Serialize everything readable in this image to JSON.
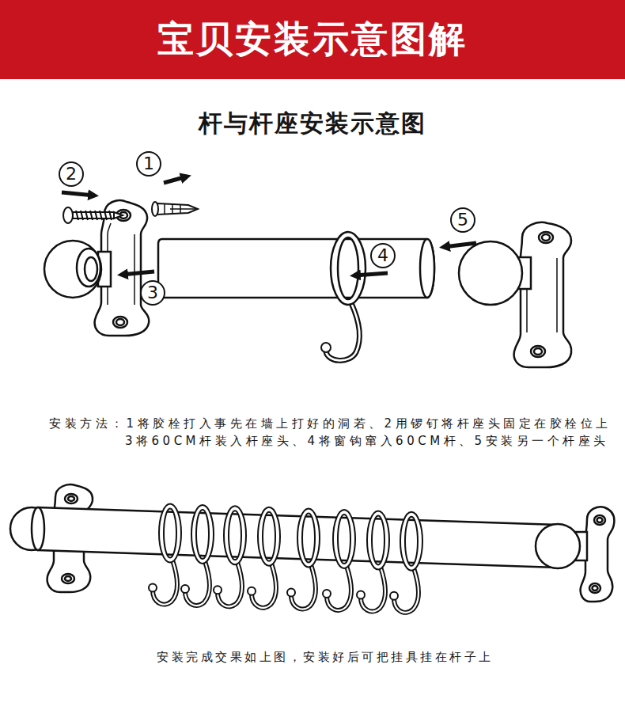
{
  "diagram": {
    "title": "宝贝安装示意图解",
    "caption": "安装完成交果如上图，安装好后可把挂具挂在杆子上",
    "nodes": [
      {
        "text": [
          "1"
        ]
      },
      {
        "text": [
          "2"
        ]
      },
      {
        "text": [
          "3"
        ]
      },
      {
        "text": [
          "4"
        ]
      },
      {
        "text": [
          "5"
        ]
      }
    ],
    "labels": [
      "杆与杆座安装示意图",
      "安装方法：1将胶栓打入事先在墙上打好的洞若、2用锣钉将杆座头固定在胶栓位上",
      "3将60CM杆装入杆座头、4将窗钩窜入60CM杆、5安装另一个杆座头"
    ]
  }
}
